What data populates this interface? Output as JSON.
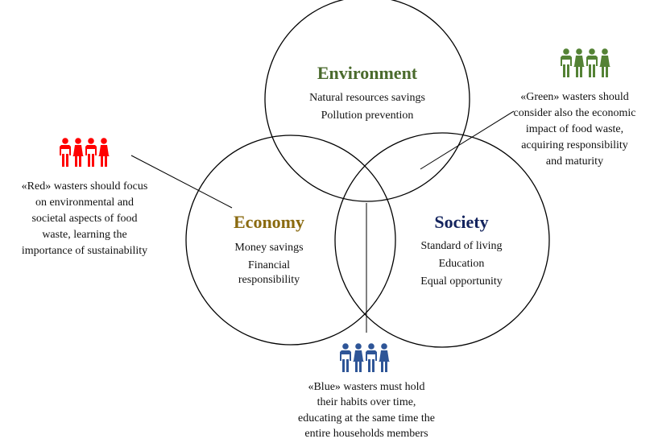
{
  "colors": {
    "environment": "#4a6a2c",
    "economy": "#8a6a10",
    "society": "#14245e",
    "red_group": "#ff0000",
    "green_group": "#548235",
    "blue_group": "#2e5597"
  },
  "circles": {
    "environment": {
      "title": "Environment",
      "lines": [
        "Natural resources savings",
        "Pollution prevention"
      ]
    },
    "economy": {
      "title": "Economy",
      "lines": [
        "Money savings",
        "Financial",
        "responsibility"
      ]
    },
    "society": {
      "title": "Society",
      "lines": [
        "Standard of living",
        "Education",
        "Equal opportunity"
      ]
    }
  },
  "groups": {
    "red": {
      "icon": "people-group-icon",
      "lines": [
        "«Red» wasters should focus",
        "on environmental and",
        "societal aspects of food",
        "waste, learning the",
        "importance of sustainability"
      ]
    },
    "green": {
      "icon": "people-group-icon",
      "lines": [
        "«Green» wasters should",
        "consider also the economic",
        "impact of food waste,",
        "acquiring responsibility",
        "and maturity"
      ]
    },
    "blue": {
      "icon": "people-group-icon",
      "lines": [
        "«Blue» wasters must hold",
        "their habits over time,",
        "educating at the same time the",
        "entire households members"
      ]
    }
  }
}
